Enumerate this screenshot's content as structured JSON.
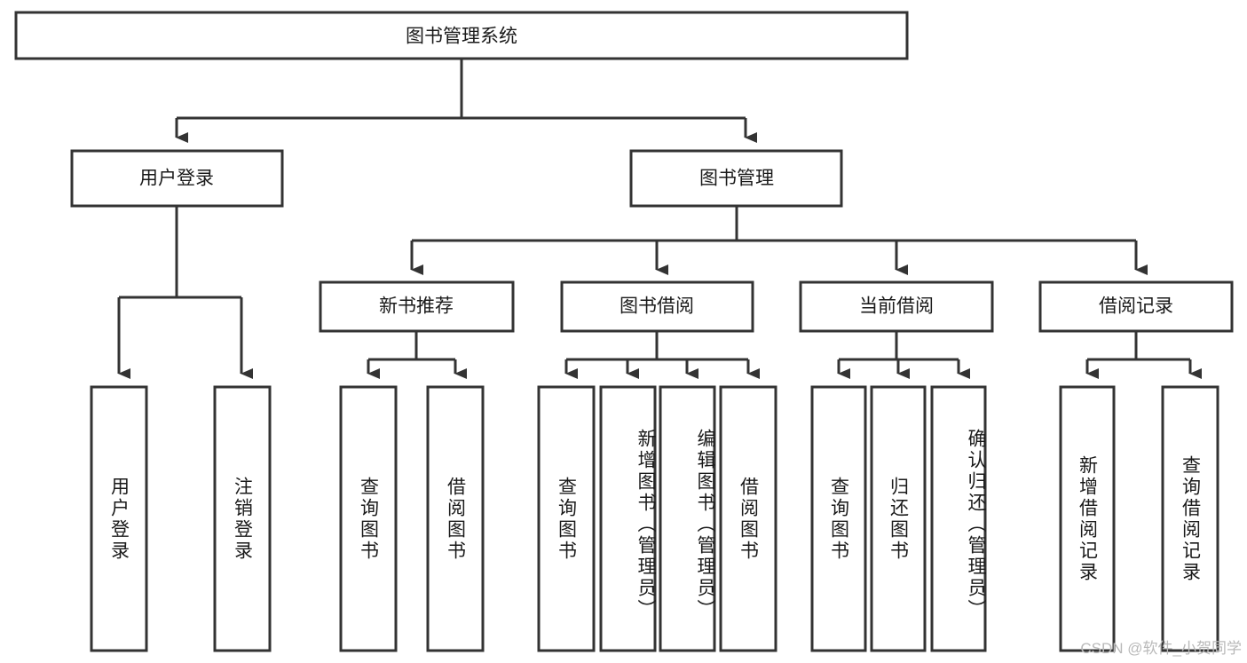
{
  "diagram": {
    "title": "图书管理系统",
    "type": "tree-hierarchy-chart",
    "colors": {
      "stroke": "#333333",
      "fill": "#ffffff",
      "text": "#1a1a1a",
      "watermark": "#b9b9b9"
    },
    "root": {
      "id": "root",
      "label": "图书管理系统"
    },
    "level2": [
      {
        "id": "user-login",
        "label": "用户登录"
      },
      {
        "id": "book-manage",
        "label": "图书管理"
      }
    ],
    "level3": [
      {
        "id": "new-book-recommend",
        "label": "新书推荐"
      },
      {
        "id": "book-borrow",
        "label": "图书借阅"
      },
      {
        "id": "current-borrow",
        "label": "当前借阅"
      },
      {
        "id": "borrow-record",
        "label": "借阅记录"
      }
    ],
    "leaves_user_login": [
      {
        "id": "leaf-user-login",
        "label": "用户登录"
      },
      {
        "id": "leaf-logout",
        "label": "注销登录"
      }
    ],
    "leaves_new_book_recommend": [
      {
        "id": "leaf-query-book-1",
        "label": "查询图书"
      },
      {
        "id": "leaf-borrow-book-1",
        "label": "借阅图书"
      }
    ],
    "leaves_book_borrow": [
      {
        "id": "leaf-query-book-2",
        "label": "查询图书"
      },
      {
        "id": "leaf-add-book",
        "label": "新增图书（管理员）"
      },
      {
        "id": "leaf-edit-book",
        "label": "编辑图书（管理员）"
      },
      {
        "id": "leaf-borrow-book-2",
        "label": "借阅图书"
      }
    ],
    "leaves_current_borrow": [
      {
        "id": "leaf-query-book-3",
        "label": "查询图书"
      },
      {
        "id": "leaf-return-book",
        "label": "归还图书"
      },
      {
        "id": "leaf-confirm-return",
        "label": "确认归还（管理员）"
      }
    ],
    "leaves_borrow_record": [
      {
        "id": "leaf-add-record",
        "label": "新增借阅记录"
      },
      {
        "id": "leaf-query-record",
        "label": "查询借阅记录"
      }
    ]
  },
  "watermark": {
    "text": "CSDN @软件_小贺同学"
  }
}
